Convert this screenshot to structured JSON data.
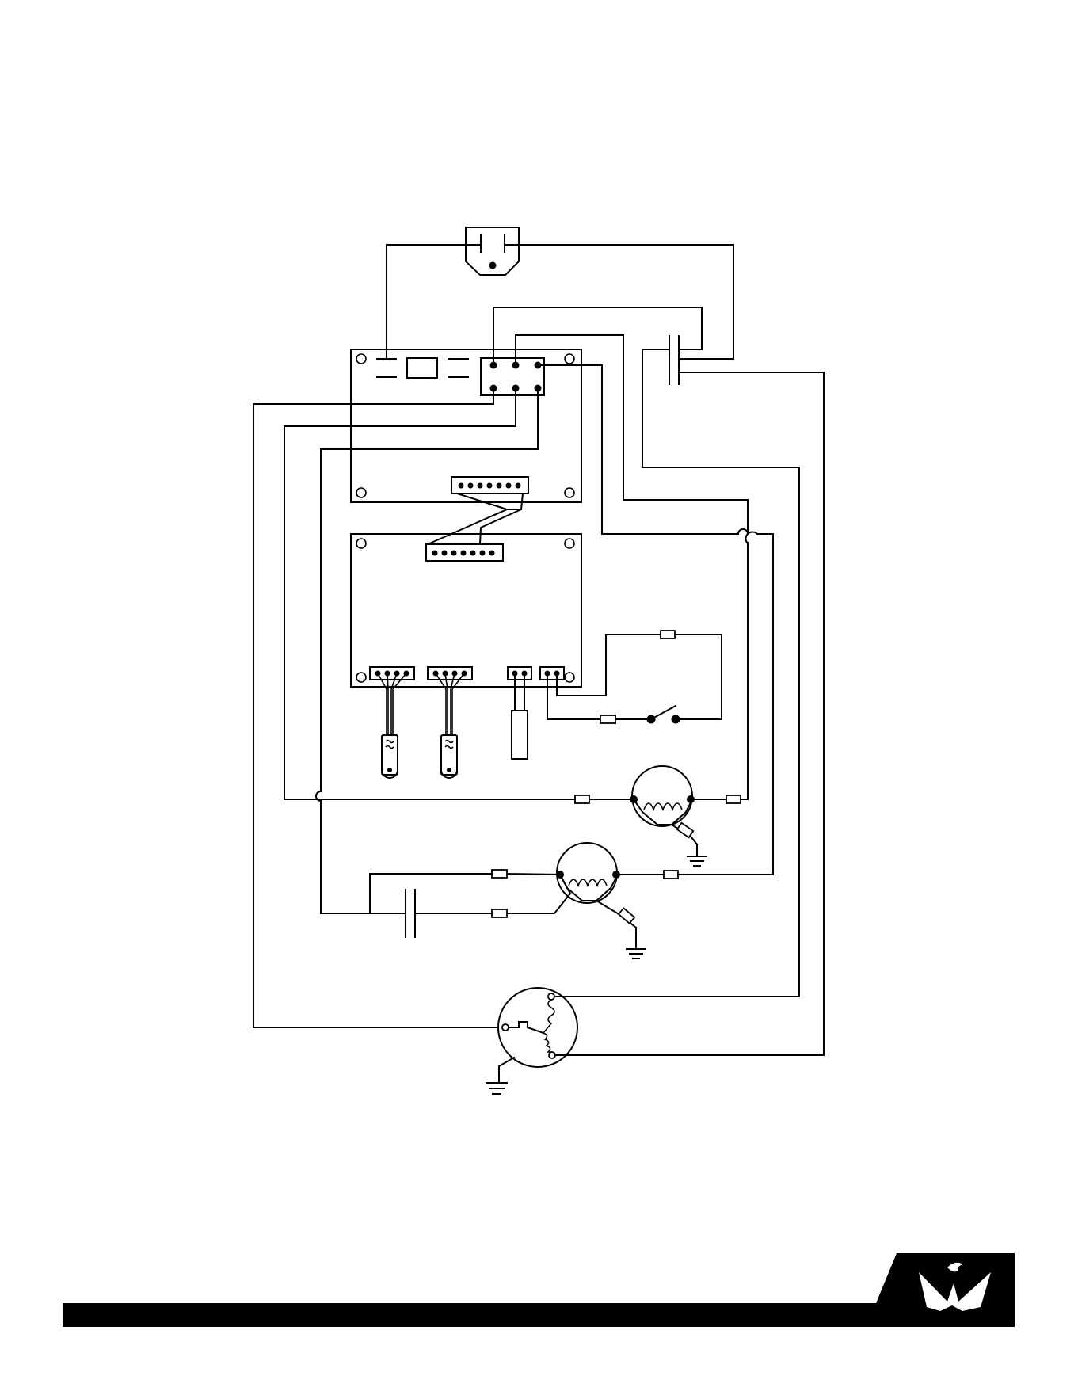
{
  "diagram": {
    "kind": "wiring-schematic",
    "components": [
      "power-plug",
      "power-switch-panel",
      "control-board",
      "connector-ribbon",
      "temperature-sensor",
      "sensor-probe",
      "door-switch",
      "fan-motor",
      "condenser-fan-motor",
      "run-capacitor",
      "start-capacitor",
      "compressor",
      "ground-symbol"
    ],
    "labels": []
  },
  "footer": {
    "bar_color": "#000000",
    "logo_color": "#000000"
  }
}
